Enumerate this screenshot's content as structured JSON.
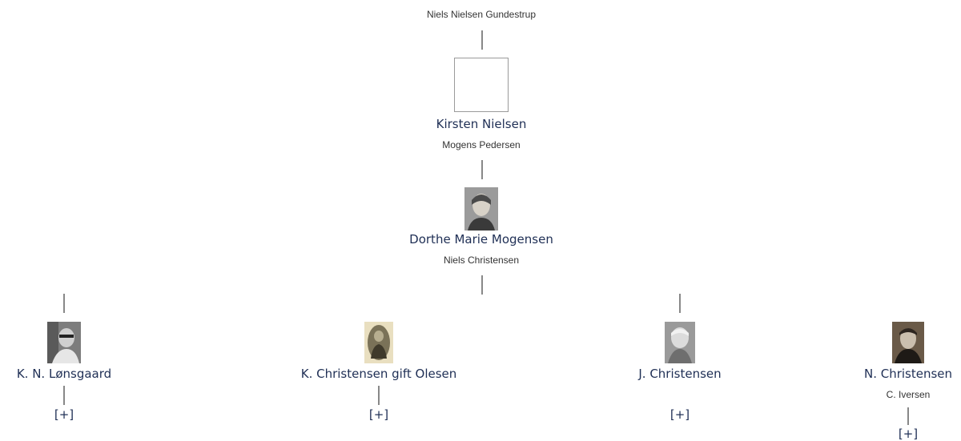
{
  "tree": {
    "root_name": "Niels Nielsen Gundestrup",
    "gen2": {
      "name": "Kirsten Nielsen",
      "spouse": "Mogens Pedersen"
    },
    "gen3": {
      "name": "Dorthe Marie Mogensen",
      "spouse": "Niels Christensen"
    },
    "children": [
      {
        "name": "K. N. Lønsgaard",
        "expand": "[+]"
      },
      {
        "name": "K. Christensen gift Olesen",
        "expand": "[+]"
      },
      {
        "name": "J. Christensen",
        "expand": "[+]"
      },
      {
        "name": "N. Christensen",
        "spouse": "C. Iversen",
        "expand": "[+]"
      }
    ]
  },
  "colors": {
    "name_link": "#1f2f55",
    "connector": "#888888",
    "text": "#333333"
  }
}
